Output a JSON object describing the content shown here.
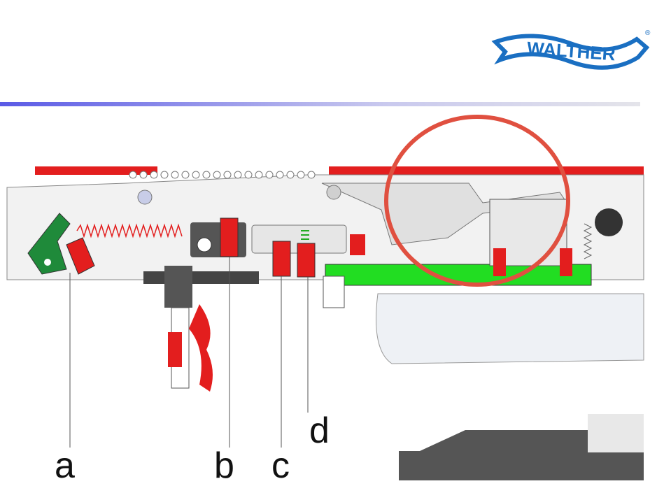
{
  "logo": {
    "text": "WALTHER",
    "registered": "®",
    "color": "#1a6fc2"
  },
  "header": {
    "accent_color": "#5a5ae6"
  },
  "labels": {
    "a": "a",
    "b": "b",
    "c": "c",
    "d": "d"
  },
  "colors": {
    "part_red": "#e31e1e",
    "part_green": "#22dd22",
    "lever_green": "#1f8a3a",
    "highlight_circle": "#e05040",
    "metal": "#d8d8d8"
  }
}
